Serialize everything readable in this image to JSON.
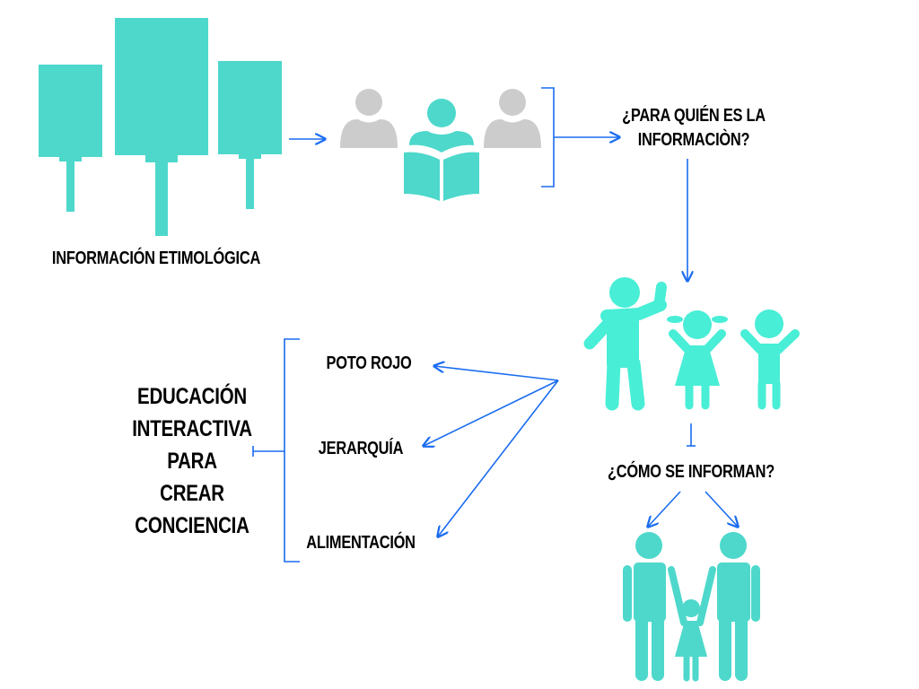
{
  "colors": {
    "teal": "#4dd8cb",
    "bright_teal": "#48eed6",
    "gray": "#cccccc",
    "arrow": "#1a6cf0"
  },
  "labels": {
    "etymological": "INFORMACIÓN ETIMOLÓGICA",
    "who_line1": "¿PARA QUIÉN ES LA",
    "who_line2": "INFORMACIÒN?",
    "how": "¿CÓMO SE INFORMAN?",
    "poto_rojo": "POTO ROJO",
    "jerarquia": "JERARQUÍA",
    "alimentacion": "ALIMENTACIÓN",
    "education": [
      "EDUCACIÓN",
      "INTERACTIVA",
      "PARA",
      "CREAR",
      "CONCIENCIA"
    ]
  },
  "icons": [
    "signboards-icon",
    "readers-icon",
    "adult-children-icon",
    "family-icon"
  ]
}
